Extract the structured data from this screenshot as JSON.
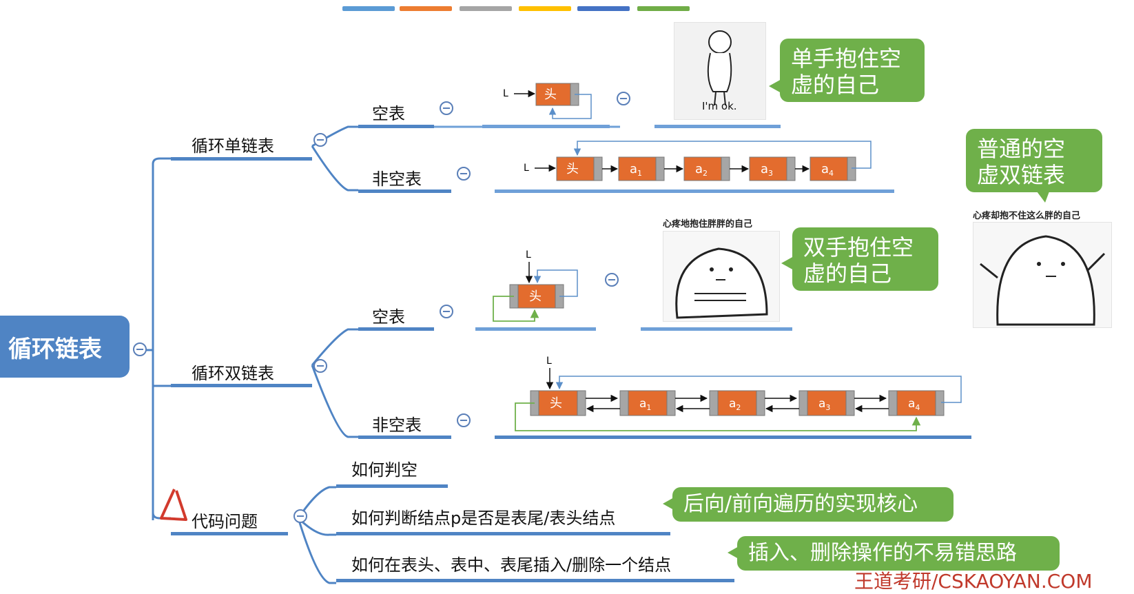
{
  "root": {
    "label": "循环链表"
  },
  "branches": {
    "single": {
      "label": "循环单链表",
      "empty": "空表",
      "nonempty": "非空表"
    },
    "double": {
      "label": "循环双链表",
      "empty": "空表",
      "nonempty": "非空表"
    },
    "code": {
      "label": "代码问题",
      "items": [
        "如何判空",
        "如何判断结点p是否是表尾/表头结点",
        "如何在表头、表中、表尾插入/删除一个结点"
      ]
    }
  },
  "diagram": {
    "pointer_label": "L",
    "head_label": "头",
    "nodes": [
      "a",
      "a",
      "a",
      "a"
    ],
    "subscripts": [
      "1",
      "2",
      "3",
      "4"
    ]
  },
  "bubbles": {
    "single_empty": [
      "单手抱住空",
      "虚的自己"
    ],
    "double_empty": [
      "双手抱住空",
      "虚的自己"
    ],
    "double_plain": [
      "普通的空",
      "虚双链表"
    ],
    "traverse": "后向/前向遍历的实现核心",
    "insert_delete": "插入、删除操作的不易错思路"
  },
  "images": {
    "im_ok_text": "I'm ok.",
    "hug_caption": "心疼地抱住胖胖的自己",
    "cant_hug_caption": "心疼却抱不住这么胖的自己"
  },
  "legend_colors": [
    "#5b9bd5",
    "#ed7d31",
    "#a5a5a5",
    "#ffc000",
    "#4472c4",
    "#70ad47"
  ],
  "watermark": "王道考研/CSKAOYAN.COM",
  "colors": {
    "node": "#e36c2e",
    "node_tail": "#a6a6a6",
    "branch": "#4f84c4",
    "bubble": "#6fb04a"
  }
}
